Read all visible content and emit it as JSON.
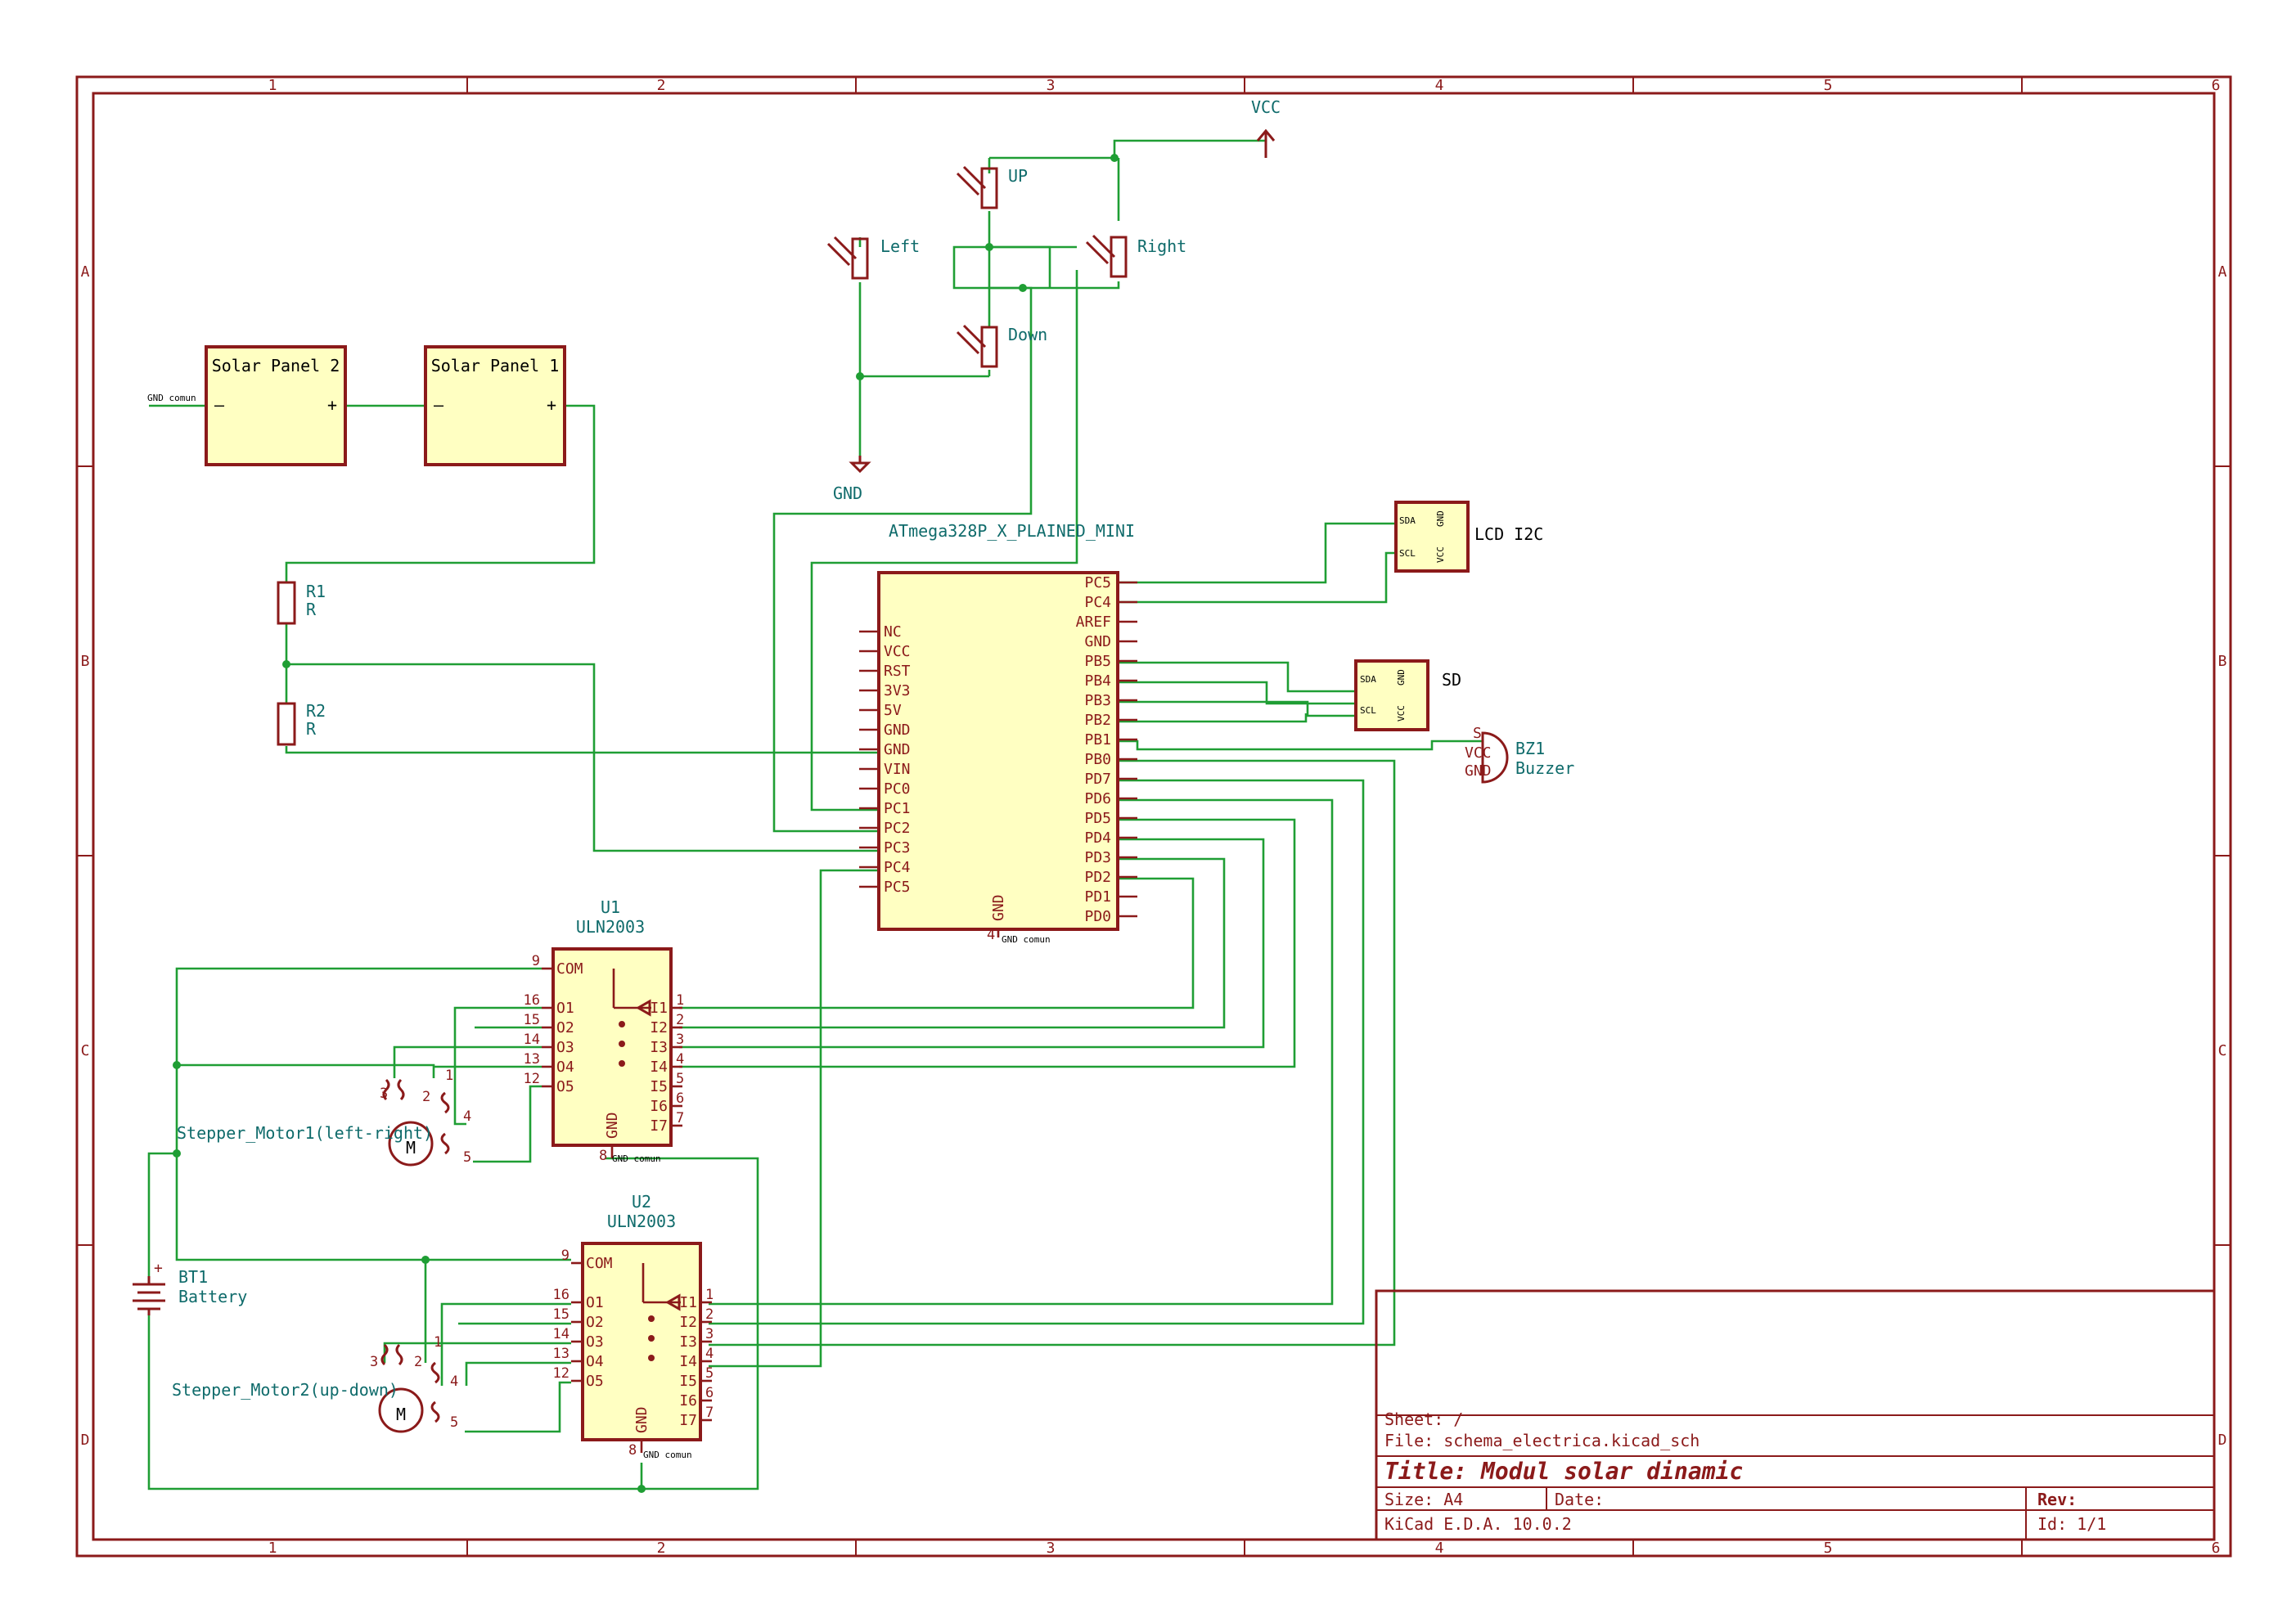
{
  "grid": {
    "cols": [
      "1",
      "2",
      "3",
      "4",
      "5",
      "6"
    ],
    "rows": [
      "A",
      "B",
      "C",
      "D"
    ]
  },
  "power": {
    "vcc": "VCC",
    "gnd": "GND",
    "gnd_common": "GND comun"
  },
  "ldr": {
    "up": "UP",
    "left": "Left",
    "right": "Right",
    "down": "Down"
  },
  "solar": {
    "p2": "Solar Panel 2",
    "p1": "Solar Panel 1",
    "minus": "–",
    "plus": "+"
  },
  "resistors": {
    "r1_ref": "R1",
    "r1_val": "R",
    "r2_ref": "R2",
    "r2_val": "R"
  },
  "mcu": {
    "name": "ATmega328P_X_PLAINED_MINI",
    "left_pins": [
      "NC",
      "VCC",
      "RST",
      "3V3",
      "5V",
      "GND",
      "GND",
      "VIN",
      "PC0",
      "PC1",
      "PC2",
      "PC3",
      "PC4",
      "PC5"
    ],
    "right_pins": [
      "PC5",
      "PC4",
      "AREF",
      "GND",
      "PB5",
      "PB4",
      "PB3",
      "PB2",
      "PB1",
      "PB0",
      "PD7",
      "PD6",
      "PD5",
      "PD4",
      "PD3",
      "PD2",
      "PD1",
      "PD0"
    ],
    "gnd": "GND",
    "gnd_num": "4"
  },
  "lcd": {
    "name": "LCD I2C",
    "sda": "SDA",
    "scl": "SCL",
    "gnd": "GND",
    "vcc": "VCC"
  },
  "sd": {
    "name": "SD",
    "sda": "SDA",
    "scl": "SCL",
    "gnd": "GND",
    "vcc": "VCC"
  },
  "buzzer": {
    "ref": "BZ1",
    "val": "Buzzer",
    "s": "S",
    "vcc": "VCC",
    "gnd": "GND"
  },
  "u1": {
    "ref": "U1",
    "val": "ULN2003"
  },
  "u2": {
    "ref": "U2",
    "val": "ULN2003"
  },
  "uln": {
    "com": "COM",
    "outs": [
      "O1",
      "O2",
      "O3",
      "O4",
      "O5"
    ],
    "ins": [
      "I1",
      "I2",
      "I3",
      "I4",
      "I5",
      "I6",
      "I7"
    ],
    "gnd": "GND",
    "left_nums": [
      "9",
      "16",
      "15",
      "14",
      "13",
      "12"
    ],
    "right_nums": [
      "1",
      "2",
      "3",
      "4",
      "5",
      "6",
      "7"
    ],
    "gnd_num": "8"
  },
  "motor1": {
    "label": "Stepper_Motor1(left-right)",
    "pins": [
      "3",
      "2",
      "1",
      "4",
      "5"
    ],
    "m": "M"
  },
  "motor2": {
    "label": "Stepper_Motor2(up-down)",
    "pins": [
      "3",
      "2",
      "1",
      "4",
      "5"
    ],
    "m": "M"
  },
  "battery": {
    "ref": "BT1",
    "val": "Battery",
    "plus": "+"
  },
  "titleblock": {
    "sheet": "Sheet: /",
    "file": "File: schema_electrica.kicad_sch",
    "title": "Title: Modul solar dinamic",
    "size": "Size: A4",
    "date": "Date:",
    "rev": "Rev:",
    "tool": "KiCad E.D.A. 10.0.2",
    "id": "Id: 1/1"
  }
}
